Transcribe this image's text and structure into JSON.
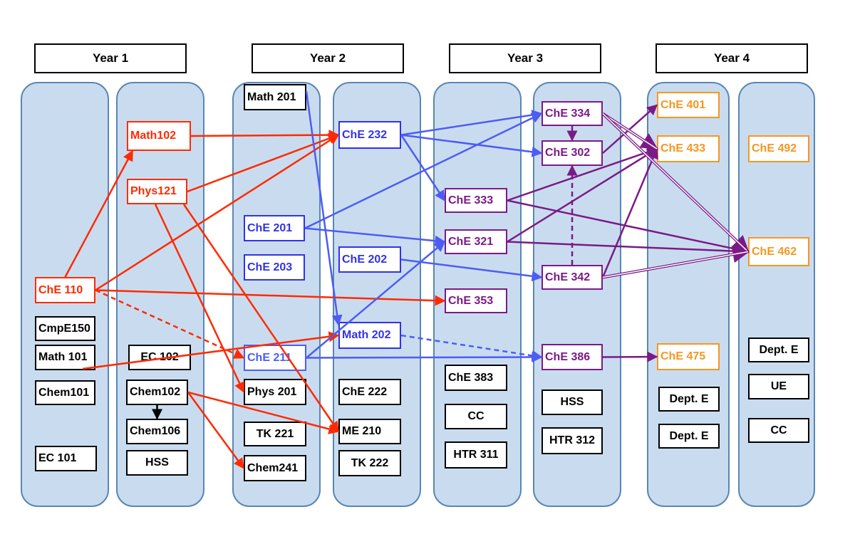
{
  "years": [
    "Year 1",
    "Year 2",
    "Year 3",
    "Year 4"
  ],
  "colors": {
    "column_fill": "#c9dcef",
    "column_border": "#5a86b3",
    "red": "#ff2a00",
    "blue": "#4d5cf5",
    "purple": "#7b1a86",
    "orange": "#f7961f",
    "black": "#000000"
  },
  "courses": {
    "math102": "Math102",
    "phys121": "Phys121",
    "che110": "ChE 110",
    "cmpe150": "CmpE150",
    "math101": "Math 101",
    "chem101": "Chem101",
    "ec101": "EC 101",
    "ec102": "EC 102",
    "chem102": "Chem102",
    "chem106": "Chem106",
    "hss1": "HSS",
    "math201": "Math 201",
    "che201": "ChE 201",
    "che203": "ChE 203",
    "che211": "ChE 211",
    "phys201": "Phys 201",
    "tk221": "TK 221",
    "chem241": "Chem241",
    "che232": "ChE 232",
    "che202": "ChE 202",
    "math202": "Math 202",
    "che222": "ChE 222",
    "me210": "ME 210",
    "tk222": "TK 222",
    "che333": "ChE 333",
    "che321": "ChE 321",
    "che353": "ChE 353",
    "che383": "ChE 383",
    "cc3": "CC",
    "htr311": "HTR 311",
    "che334": "ChE 334",
    "che302": "ChE 302",
    "che342": "ChE 342",
    "che386": "ChE 386",
    "hss3": "HSS",
    "htr312": "HTR 312",
    "che401": "ChE 401",
    "che433": "ChE 433",
    "che462": "ChE 462",
    "che475": "ChE 475",
    "depte1": "Dept. E",
    "depte2": "Dept. E",
    "che492": "ChE 492",
    "depte3": "Dept. E",
    "ue": "UE",
    "cc4": "CC"
  },
  "edges": [
    {
      "from": "che110",
      "to": "math102",
      "color": "red"
    },
    {
      "from": "math102",
      "to": "che232",
      "color": "red"
    },
    {
      "from": "phys121",
      "to": "che232",
      "color": "red"
    },
    {
      "from": "che110",
      "to": "che232",
      "color": "red"
    },
    {
      "from": "che110",
      "to": "che353",
      "color": "red"
    },
    {
      "from": "che110",
      "to": "che211",
      "color": "red",
      "dashed": true
    },
    {
      "from": "phys121",
      "to": "phys201",
      "color": "red"
    },
    {
      "from": "phys121",
      "to": "me210",
      "color": "red"
    },
    {
      "from": "math101",
      "to": "math202",
      "color": "red"
    },
    {
      "from": "chem102",
      "to": "me210",
      "color": "red"
    },
    {
      "from": "chem102",
      "to": "chem241",
      "color": "red"
    },
    {
      "from": "chem102",
      "to": "chem106",
      "color": "black"
    },
    {
      "from": "math201",
      "to": "math202",
      "color": "blue"
    },
    {
      "from": "che201",
      "to": "che334",
      "color": "blue"
    },
    {
      "from": "che201",
      "to": "che321",
      "color": "blue"
    },
    {
      "from": "che232",
      "to": "che334",
      "color": "blue"
    },
    {
      "from": "che232",
      "to": "che302",
      "color": "blue"
    },
    {
      "from": "che232",
      "to": "che333",
      "color": "blue"
    },
    {
      "from": "che202",
      "to": "che342",
      "color": "blue"
    },
    {
      "from": "che211",
      "to": "che321",
      "color": "blue"
    },
    {
      "from": "che211",
      "to": "che386",
      "color": "blue"
    },
    {
      "from": "math202",
      "to": "che386",
      "color": "blue",
      "dashed": true
    },
    {
      "from": "che334",
      "to": "che302",
      "color": "purple"
    },
    {
      "from": "che342",
      "to": "che302",
      "color": "purple",
      "dashed": true
    },
    {
      "from": "che302",
      "to": "che401",
      "color": "purple"
    },
    {
      "from": "che333",
      "to": "che433",
      "color": "purple"
    },
    {
      "from": "che321",
      "to": "che433",
      "color": "purple"
    },
    {
      "from": "che342",
      "to": "che433",
      "color": "purple"
    },
    {
      "from": "che333",
      "to": "che462",
      "color": "purple"
    },
    {
      "from": "che321",
      "to": "che462",
      "color": "purple"
    },
    {
      "from": "che334",
      "to": "che433",
      "color": "purple",
      "double": true
    },
    {
      "from": "che334",
      "to": "che462",
      "color": "purple",
      "double": true
    },
    {
      "from": "che342",
      "to": "che462",
      "color": "purple",
      "double": true
    },
    {
      "from": "che386",
      "to": "che475",
      "color": "purple"
    }
  ]
}
